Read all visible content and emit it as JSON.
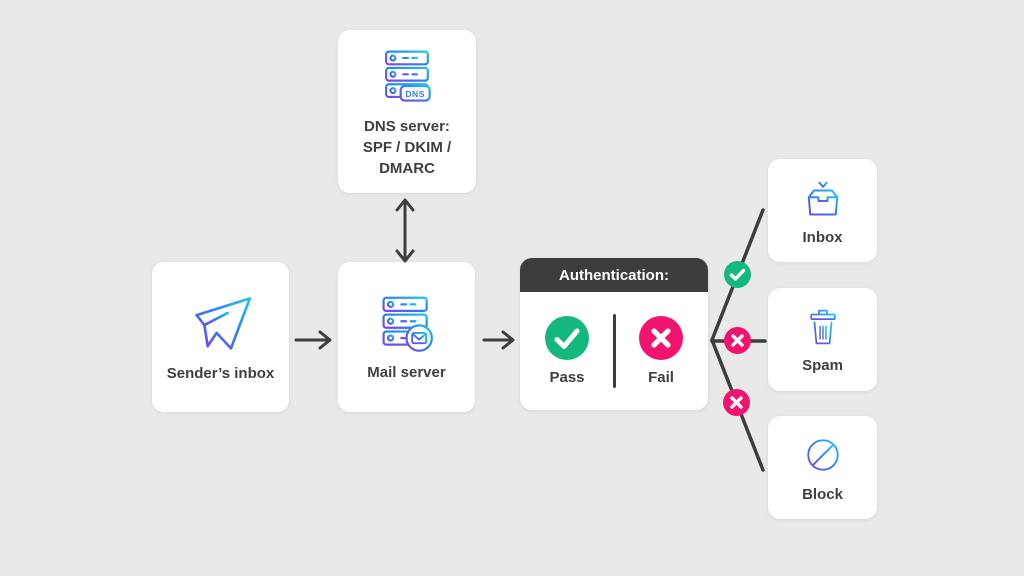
{
  "diagram": {
    "sender": {
      "label": "Sender’s inbox"
    },
    "dns": {
      "line1": "DNS server:",
      "line2": "SPF / DKIM /",
      "line3": "DMARC",
      "badge": "DNS"
    },
    "mail": {
      "label": "Mail server"
    },
    "auth": {
      "header": "Authentication:",
      "pass_label": "Pass",
      "fail_label": "Fail"
    },
    "outcomes": {
      "inbox": "Inbox",
      "spam": "Spam",
      "block": "Block"
    }
  },
  "icons": {
    "sender": "paper-plane-icon",
    "dns": "dns-server-stack-icon",
    "mail": "mail-server-stack-icon",
    "pass": "check-circle-icon",
    "fail": "x-circle-icon",
    "inbox": "inbox-tray-icon",
    "spam": "trash-icon",
    "block": "prohibition-icon"
  },
  "colors": {
    "background": "#e9e9e7",
    "card": "#ffffff",
    "dark_line": "#3d3d3d",
    "success_green": "#14b87d",
    "fail_pink": "#f2136e",
    "text": "#3f3f3f",
    "icon_gradient": [
      "#7a45ee",
      "#2f7ff2",
      "#22c3f2"
    ]
  }
}
